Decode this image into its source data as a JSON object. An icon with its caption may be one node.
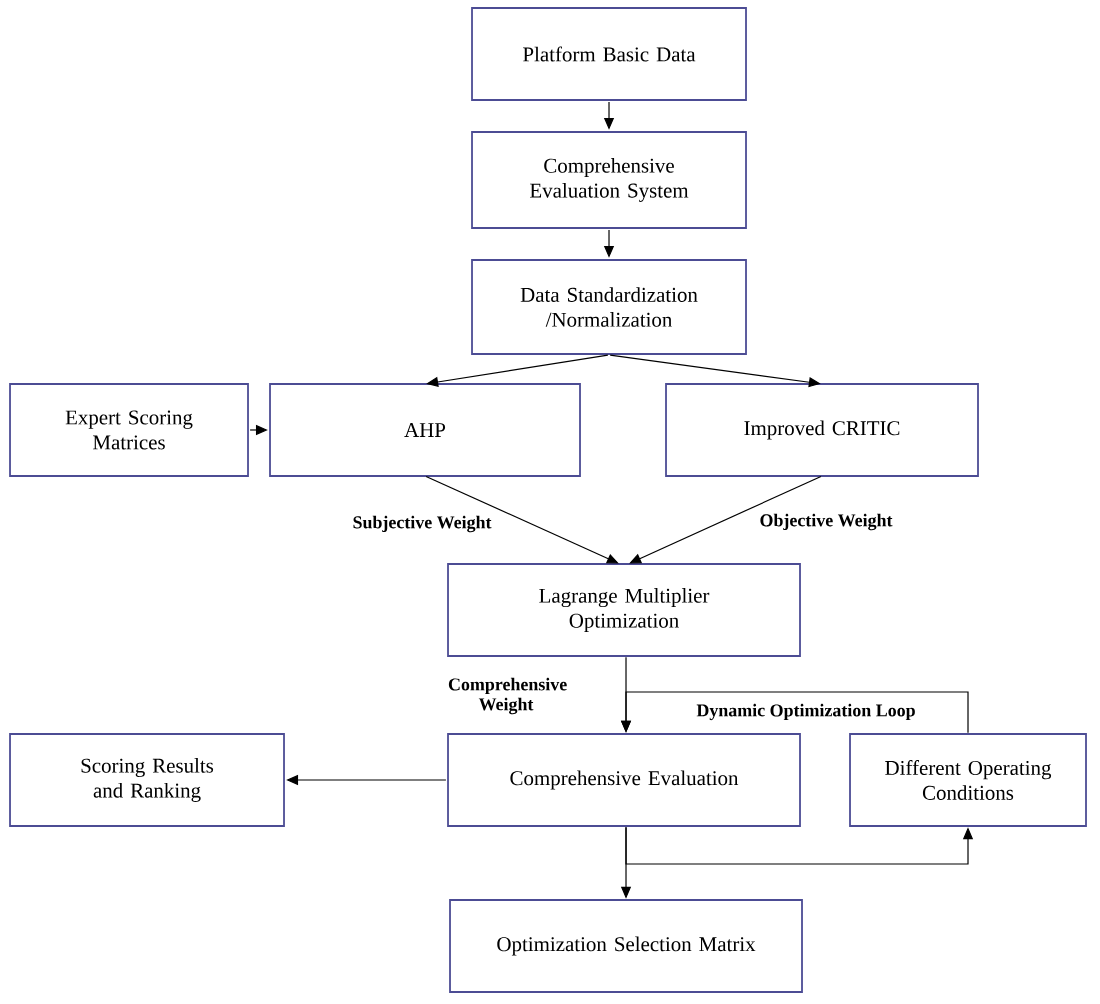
{
  "diagram": {
    "nodes": [
      {
        "text": [
          "Platform Basic Data"
        ]
      },
      {
        "text": [
          "Comprehensive Evaluation System"
        ]
      },
      {
        "text": [
          "Data Standardization /Normalization"
        ]
      },
      {
        "text": [
          "Expert Scoring Matrices"
        ]
      },
      {
        "text": [
          "AHP"
        ]
      },
      {
        "text": [
          "Improved CRITIC"
        ]
      },
      {
        "text": [
          "Lagrange Multiplier Optimization"
        ]
      },
      {
        "text": [
          "Comprehensive Evaluation"
        ]
      },
      {
        "text": [
          "Scoring Results and Ranking"
        ]
      },
      {
        "text": [
          "Different Operating Conditions"
        ]
      },
      {
        "text": [
          "Optimization Selection Matrix"
        ]
      }
    ],
    "edges": [
      {
        "from": 0,
        "to": 1,
        "arrow": "to"
      },
      {
        "from": 1,
        "to": 2,
        "arrow": "to"
      },
      {
        "from": 2,
        "to": 4,
        "arrow": "to"
      },
      {
        "from": 2,
        "to": 5,
        "arrow": "to"
      },
      {
        "from": 3,
        "to": 4,
        "arrow": "to"
      },
      {
        "from": 4,
        "to": 6,
        "label": "Subjective Weight",
        "arrow": "to"
      },
      {
        "from": 5,
        "to": 6,
        "label": "Objective Weight",
        "arrow": "to"
      },
      {
        "from": 6,
        "to": 7,
        "label": "Comprehensive Weight",
        "arrow": "to"
      },
      {
        "from": 7,
        "to": 8,
        "arrow": "to"
      },
      {
        "from": 7,
        "to": 10,
        "arrow": "to"
      },
      {
        "from": 7,
        "to": 9,
        "arrow": "to"
      },
      {
        "from": 9,
        "to": 7,
        "label": "Dynamic Optimization Loop",
        "arrow": "to"
      }
    ]
  }
}
